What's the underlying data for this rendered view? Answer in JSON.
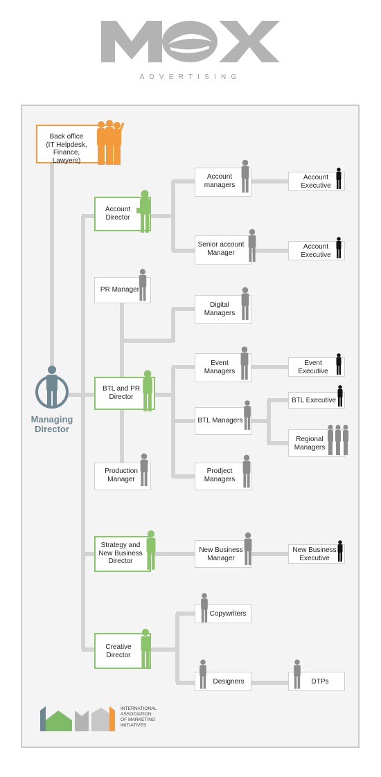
{
  "brand": {
    "logo_text": "MEX",
    "subtitle": "ADVERTISING",
    "colors": {
      "logo_gray": "#b3b3b3",
      "green": "#8cc46b",
      "orange": "#f29a3c",
      "md_blue": "#6f8793",
      "connector": "#cfcfcf"
    }
  },
  "managing_director": {
    "label_line1": "Managing",
    "label_line2": "Director",
    "icon": "person-in-circle-icon"
  },
  "nodes": {
    "back_office": {
      "line1": "Back office",
      "line2": "(IT Helpdesk,",
      "line3": "Finance, Lawyers)",
      "icon": "people-group-icon"
    },
    "account_director": {
      "line1": "Account",
      "line2": "Director",
      "icon": "person-icon"
    },
    "account_managers": {
      "line1": "Account",
      "line2": "managers",
      "icon": "person-icon"
    },
    "account_exec_1": {
      "line1": "Account",
      "line2": "Executive",
      "icon": "person-icon"
    },
    "senior_account_manager": {
      "line1": "Senior account",
      "line2": "Manager",
      "icon": "person-icon"
    },
    "account_exec_2": {
      "line1": "Account",
      "line2": "Executive",
      "icon": "person-icon"
    },
    "pr_manager": {
      "line1": "PR Manager",
      "icon": "person-icon"
    },
    "digital_managers": {
      "line1": "Digital",
      "line2": "Managers",
      "icon": "person-icon"
    },
    "btl_pr_director": {
      "line1": "BTL and PR",
      "line2": "Director",
      "icon": "person-icon"
    },
    "event_managers": {
      "line1": "Event",
      "line2": "Managers",
      "icon": "person-icon"
    },
    "event_executive": {
      "line1": "Event",
      "line2": "Executive",
      "icon": "person-icon"
    },
    "btl_managers": {
      "line1": "BTL Managers",
      "icon": "person-icon"
    },
    "btl_executive": {
      "line1": "BTL Executive",
      "icon": "person-icon"
    },
    "regional_managers": {
      "line1": "Regional",
      "line2": "Managers",
      "icon": "people-group-icon"
    },
    "production_manager": {
      "line1": "Production",
      "line2": "Manager",
      "icon": "person-icon"
    },
    "prodject_managers": {
      "line1": "Prodject",
      "line2": "Managers",
      "icon": "person-icon"
    },
    "strategy_director": {
      "line1": "Strategy and",
      "line2": "New Business",
      "line3": "Director",
      "icon": "person-icon"
    },
    "new_business_manager": {
      "line1": "New Business",
      "line2": "Manager",
      "icon": "person-icon"
    },
    "new_business_executive": {
      "line1": "New Business",
      "line2": "Executive",
      "icon": "person-icon"
    },
    "copywriters": {
      "line1": "Copywriters",
      "icon": "person-icon"
    },
    "creative_director": {
      "line1": "Creative",
      "line2": "Director",
      "icon": "person-icon"
    },
    "designers": {
      "line1": "Designers",
      "icon": "person-icon"
    },
    "dtps": {
      "line1": "DTPs",
      "icon": "person-icon"
    }
  },
  "footer": {
    "org_line1": "INTERNATIONAL",
    "org_line2": "ASSOCIATION",
    "org_line3": "OF MARKETING",
    "org_line4": "INITIATIVES",
    "logo_icon": "iami-logo-icon"
  }
}
